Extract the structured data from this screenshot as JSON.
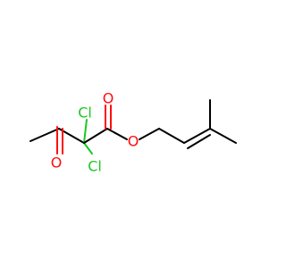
{
  "molecule": {
    "atoms": {
      "oxygen_carbonyl_top": "O",
      "oxygen_ester": "O",
      "oxygen_ketone": "O",
      "chlorine_upper": "Cl",
      "chlorine_lower": "Cl"
    },
    "colors": {
      "background": "#ffffff",
      "bond": "#000000",
      "oxygen": "#ff0d0d",
      "chlorine": "#1ec71e"
    }
  }
}
